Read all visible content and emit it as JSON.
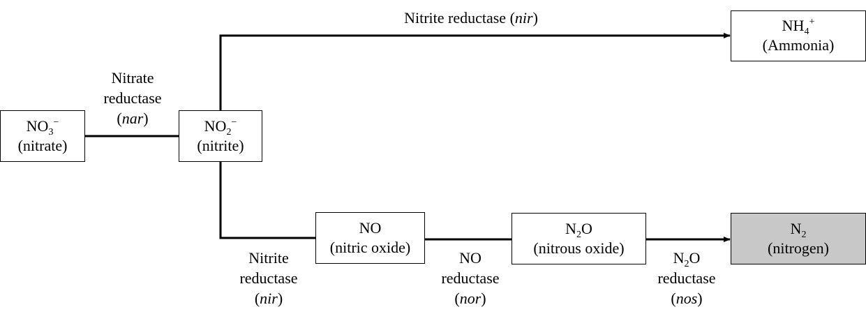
{
  "nodes": {
    "nitrate": {
      "formula_main": "NO",
      "formula_sub": "3",
      "formula_sup": "−",
      "name": "(nitrate)"
    },
    "nitrite": {
      "formula_main": "NO",
      "formula_sub": "2",
      "formula_sup": "−",
      "name": "(nitrite)"
    },
    "ammonia": {
      "formula_main": "NH",
      "formula_sub": "4",
      "formula_sup": "+",
      "name": "(Ammonia)"
    },
    "nitric_oxide": {
      "formula": "NO",
      "name": "(nitric oxide)"
    },
    "nitrous_oxide": {
      "formula_main": "N",
      "formula_sub": "2",
      "formula_tail": "O",
      "name": "(nitrous oxide)"
    },
    "nitrogen": {
      "formula_main": "N",
      "formula_sub": "2",
      "name": "(nitrogen)",
      "fill": "#c8c8c8"
    }
  },
  "edges": {
    "nar": {
      "line1": "Nitrate",
      "line2": "reductase",
      "gene": "nar"
    },
    "nir_top": {
      "text": "Nitrite reductase",
      "gene": "nir"
    },
    "nir_bottom": {
      "line1": "Nitrite",
      "line2": "reductase",
      "gene": "nir"
    },
    "nor": {
      "line1": "NO",
      "line2": "reductase",
      "gene": "nor"
    },
    "nos": {
      "line1_main": "N",
      "line1_sub": "2",
      "line1_tail": "O",
      "line2": "reductase",
      "gene": "nos"
    }
  }
}
